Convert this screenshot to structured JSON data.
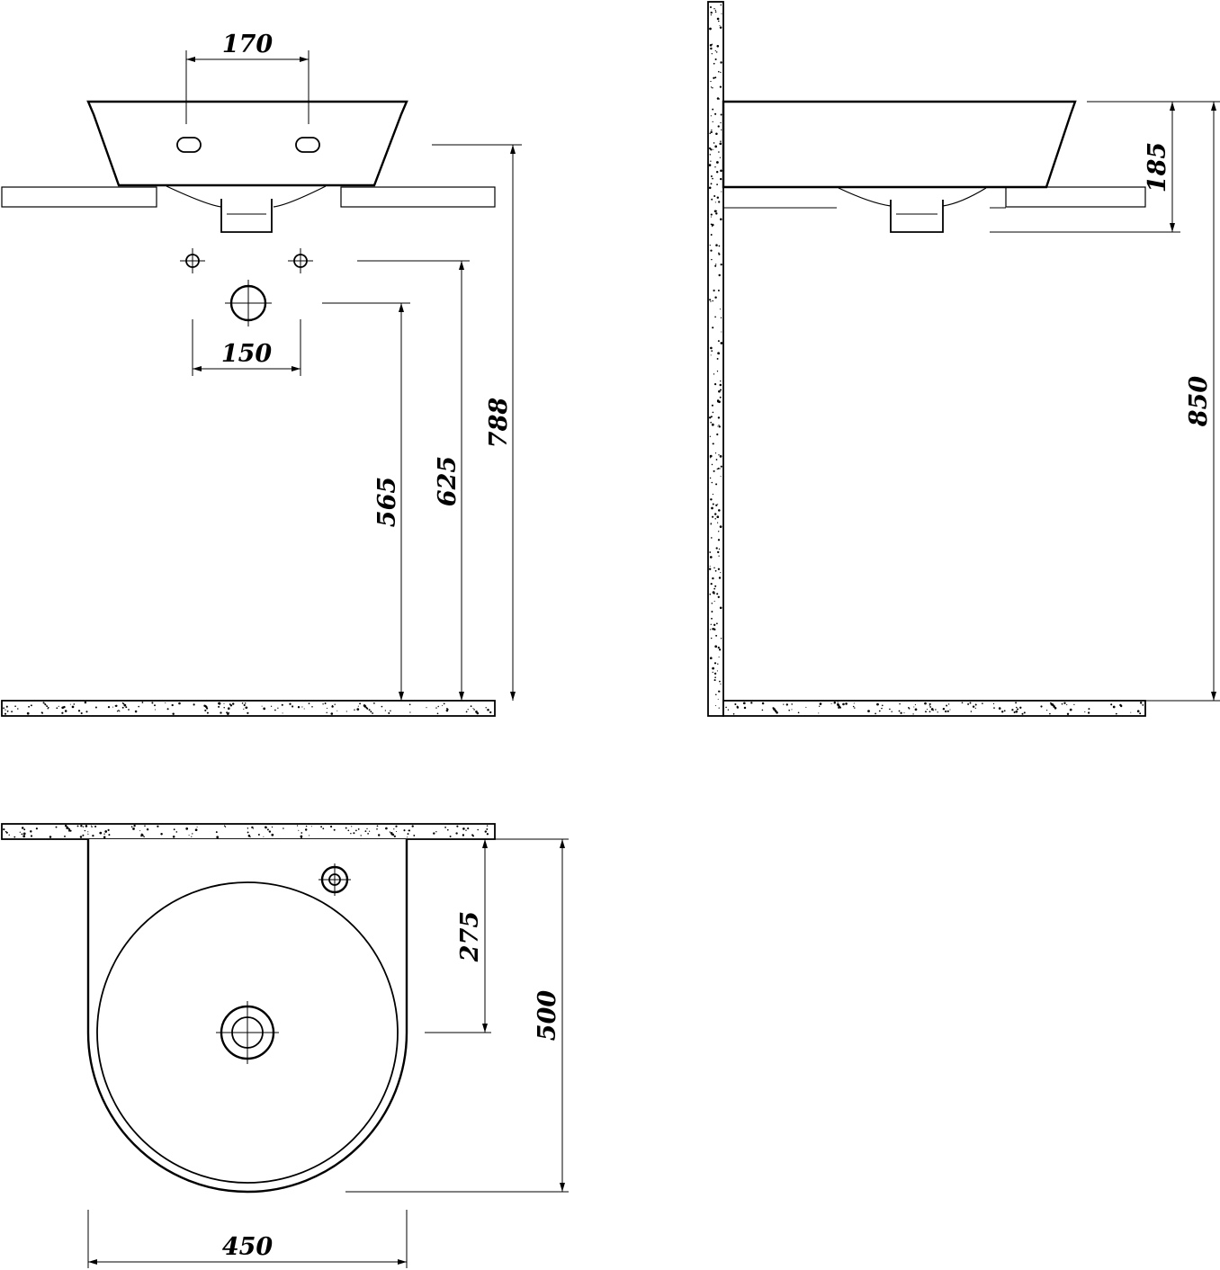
{
  "front_view": {
    "tap_hole_spacing": "170",
    "connection_spacing": "150",
    "drain_height": "565",
    "supply_height": "625",
    "rim_height": "788"
  },
  "side_view": {
    "basin_depth": "185",
    "overall_height": "850"
  },
  "top_view": {
    "drain_offset": "275",
    "basin_length": "500",
    "basin_width": "450"
  }
}
